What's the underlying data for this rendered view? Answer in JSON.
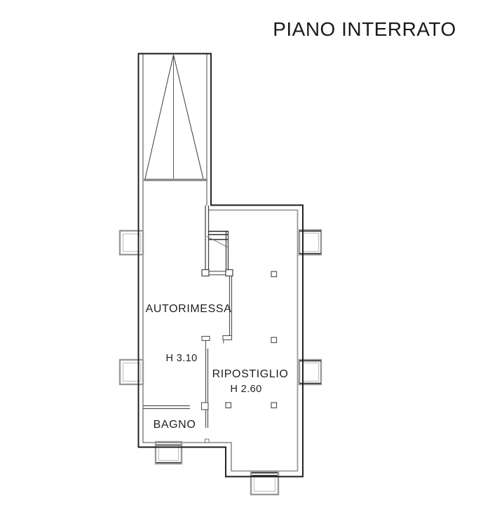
{
  "title": "PIANO INTERRATO",
  "labels": {
    "autorimessa": "AUTORIMESSA",
    "autorimessa_height": "H 3.10",
    "ripostiglio": "RIPOSTIGLIO",
    "ripostiglio_height": "H 2.60",
    "bagno": "BAGNO"
  },
  "rooms": [
    {
      "name": "AUTORIMESSA",
      "height": "H 3.10"
    },
    {
      "name": "RIPOSTIGLIO",
      "height": "H 2.60"
    },
    {
      "name": "BAGNO",
      "height": ""
    }
  ],
  "colors": {
    "background": "#ffffff",
    "wall_outer": "#1a1a1a",
    "wall_inner": "#9a9a9a",
    "detail_line": "#555555",
    "window_frame": "#9a9a9a",
    "window_frame_light": "#c4c4c4",
    "text": "#1f1f1f"
  }
}
